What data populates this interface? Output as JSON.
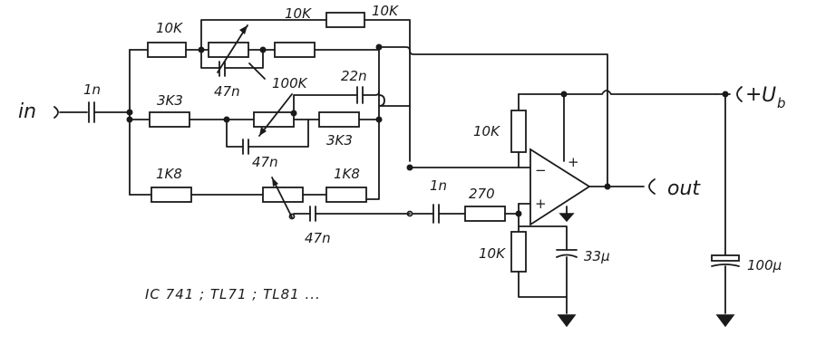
{
  "labels": {
    "input": "in",
    "output": "out",
    "supply_plus": "+",
    "supply_u": "U",
    "supply_sub": "b",
    "opamp_minus": "−",
    "opamp_plus": "+",
    "opamp_plus_pin": "+",
    "ic_types": "IC 741 ; TL71 ; TL81 ..."
  },
  "components": {
    "c_in": "1n",
    "r_top_left": "10K",
    "r_top_mid": "10K",
    "r_top_right": "10K",
    "c_top": "47n",
    "r_mid_left": "3K3",
    "pot_mid": "100K",
    "c_mid_right": "22n",
    "r_mid_right": "3K3",
    "c_mid": "47n",
    "r_bot_left": "1K8",
    "r_bot_right": "1K8",
    "c_bot": "47n",
    "c_series": "1n",
    "r_series": "270",
    "r_fb": "10K",
    "r_gnd": "10K",
    "c_gnd": "33µ",
    "c_supply": "100µ"
  }
}
